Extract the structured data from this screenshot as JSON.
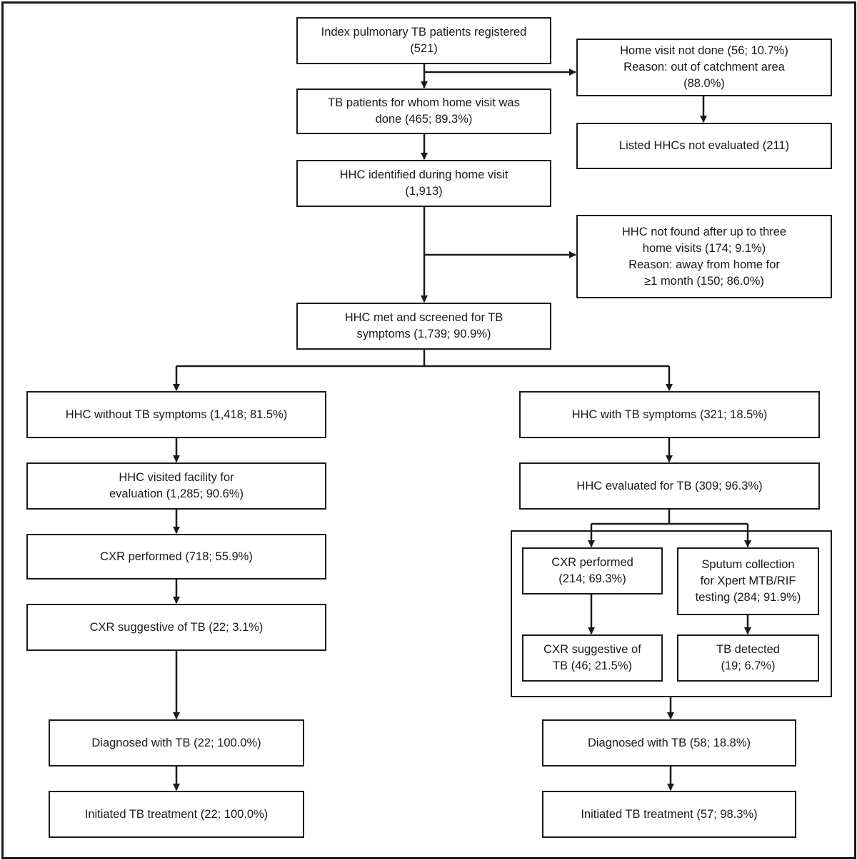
{
  "nodes": {
    "index_patients": [
      "Index pulmonary TB patients registered",
      "(521)"
    ],
    "home_visit_not_done": [
      "Home visit not done (56; 10.7%)",
      "Reason: out of catchment area",
      "(88.0%)"
    ],
    "home_visit_done": [
      "TB patients for whom home visit was",
      "done  (465; 89.3%)"
    ],
    "hhc_not_evaluated": [
      "Listed HHCs not evaluated (211)"
    ],
    "hhc_identified": [
      "HHC identified during home visit",
      "(1,913)"
    ],
    "hhc_not_found": [
      "HHC not found after up to three",
      "home visits (174; 9.1%)",
      "Reason: away from home for",
      "≥1 month (150; 86.0%)"
    ],
    "hhc_screened": [
      "HHC met and screened for TB",
      "symptoms (1,739; 90.9%)"
    ],
    "without_symptoms": [
      "HHC without TB symptoms (1,418; 81.5%)"
    ],
    "visited_facility": [
      "HHC visited facility for",
      "evaluation (1,285; 90.6%)"
    ],
    "cxr_left": [
      "CXR performed (718; 55.9%)"
    ],
    "cxr_suggestive_left": [
      "CXR suggestive of TB (22; 3.1%)"
    ],
    "diagnosed_left": [
      "Diagnosed with TB (22; 100.0%)"
    ],
    "treatment_left": [
      "Initiated TB treatment (22; 100.0%)"
    ],
    "with_symptoms": [
      "HHC with TB symptoms (321; 18.5%)"
    ],
    "evaluated": [
      "HHC evaluated for TB (309; 96.3%)"
    ],
    "cxr_right": [
      "CXR performed",
      "(214;  69.3%)"
    ],
    "sputum": [
      "Sputum collection",
      "for Xpert MTB/RIF",
      "testing (284; 91.9%)"
    ],
    "cxr_suggestive_right": [
      "CXR suggestive of",
      "TB (46; 21.5%)"
    ],
    "tb_detected": [
      "TB detected",
      "(19; 6.7%)"
    ],
    "diagnosed_right": [
      "Diagnosed with TB (58; 18.8%)"
    ],
    "treatment_right": [
      "Initiated TB treatment (57; 98.3%)"
    ]
  }
}
